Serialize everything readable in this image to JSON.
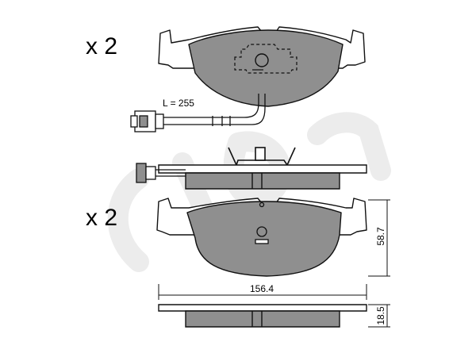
{
  "labels": {
    "qty_top": "x 2",
    "qty_bottom": "x 2",
    "wire_length": "L = 255",
    "width_dim": "156.4",
    "height_dim": "58.7",
    "thickness_dim": "18.5"
  },
  "colors": {
    "pad_fill": "#8f8f8f",
    "plate_fill": "#ffffff",
    "line": "#111111",
    "watermark": "#e9e9e9"
  }
}
